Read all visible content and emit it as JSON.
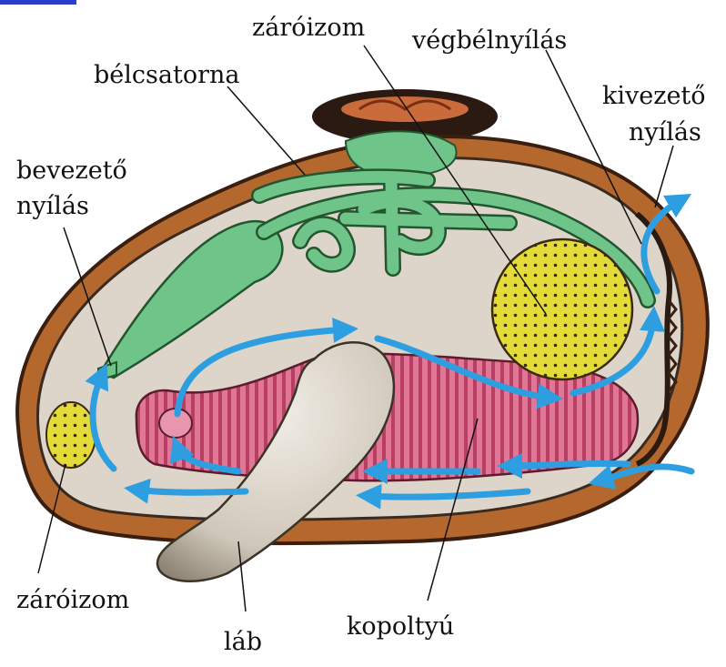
{
  "labels": {
    "zaroizom_top": "záróizom",
    "vegbelnyilas": "végbélnyílás",
    "belcsatorna": "bélcsatorna",
    "kivezeto_line1": "kivezető",
    "kivezeto_line2": "nyílás",
    "bevezeto_line1": "bevezető",
    "bevezeto_line2": "nyílás",
    "zaroizom_bottom": "záróizom",
    "lab": "láb",
    "kopoltyu": "kopoltyú"
  },
  "colors": {
    "shell": "#b5682e",
    "body": "#ddd5c9",
    "gut": "#6fc48a",
    "gill": "#cf5a7b",
    "muscle": "#d9d133",
    "water_flow": "#2d9fe0",
    "foot": "#d6d0c4"
  }
}
